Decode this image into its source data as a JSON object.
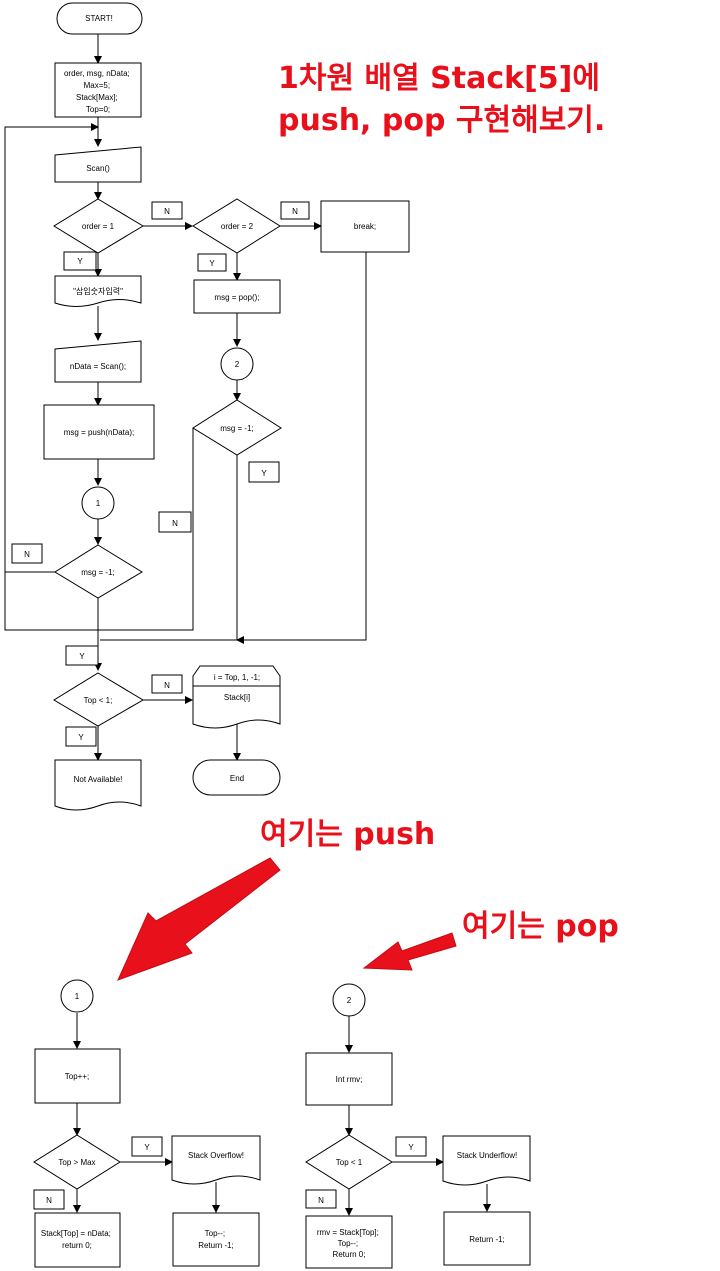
{
  "title": {
    "line1": "1차원 배열 Stack[5]에",
    "line2": "push, pop 구현해보기."
  },
  "main_flow": {
    "start": "START!",
    "init": [
      "order, msg, nData;",
      "Max=5;",
      "Stack[Max];",
      "Top=0;"
    ],
    "scan": "Scan()",
    "cond_order1": "order = 1",
    "cond_order2": "order = 2",
    "break_box": "break;",
    "prompt": "\"삽입숫자입력\"",
    "scan_ndata": "nData = Scan();",
    "push_call": "msg = push(nData);",
    "connector1": "1",
    "cond_push_msg": "msg = -1;",
    "pop_call": "msg = pop();",
    "connector2": "2",
    "cond_pop_msg": "msg = -1;",
    "cond_top": "Top  < 1;",
    "not_available": "Not Available!",
    "loop": "i = Top, 1, -1;",
    "print": "Stack[i]",
    "end": "End",
    "label_y": "Y",
    "label_n": "N"
  },
  "notes": {
    "push_note": "여기는 push",
    "pop_note": "여기는 pop"
  },
  "push_flow": {
    "connector": "1",
    "step": "Top++;",
    "cond": "Top > Max",
    "overflow": "Stack Overflow!",
    "overflow_action": [
      "Top--;",
      "Return -1;"
    ],
    "store": [
      "Stack[Top] = nData;",
      "return 0;"
    ]
  },
  "pop_flow": {
    "connector": "2",
    "step": "Int rmv;",
    "cond": "Top < 1",
    "underflow": "Stack Underflow!",
    "underflow_action": "Return -1;",
    "take": [
      "rmv = Stack[Top];",
      "Top--;",
      "Return 0;"
    ]
  },
  "colors": {
    "accent_red": "#e8101a",
    "line": "#000000"
  }
}
